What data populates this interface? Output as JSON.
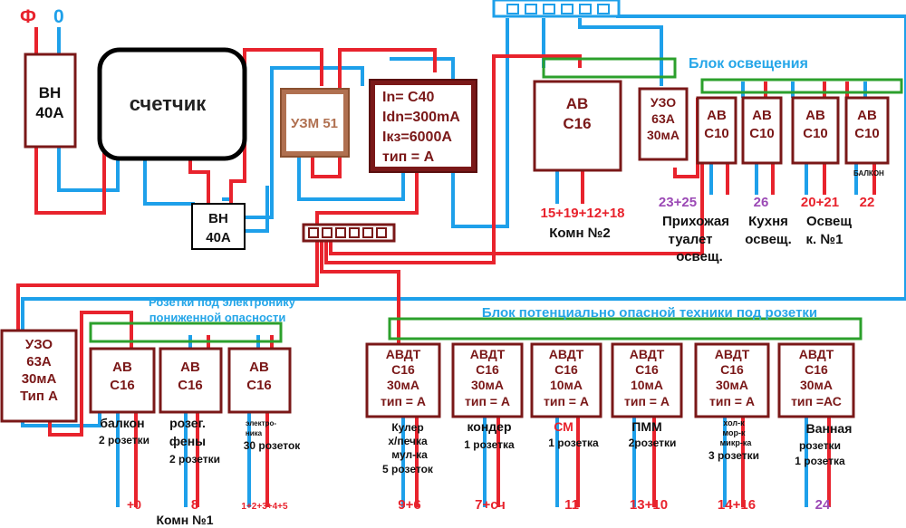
{
  "phase_label": "Ф",
  "neutral_label": "0",
  "main_switch": [
    "ВН",
    "40А"
  ],
  "meter": "счетчик",
  "vn_after_meter": [
    "ВН",
    "40А"
  ],
  "uzm": "УЗМ 51",
  "main_rcd": [
    "In= C40",
    "Idn=300mA",
    "Iкз=6000А",
    "тип = А"
  ],
  "room2": {
    "breaker": [
      "АВ",
      "С16"
    ],
    "lines": "15+19+12+18",
    "name": "Комн №2"
  },
  "lighting": {
    "title": "Блок освещения",
    "rcd": [
      "УЗО",
      "63А",
      "30мА"
    ],
    "breakers": [
      {
        "lines": [
          "АВ",
          "С10"
        ],
        "num": "23+25",
        "desc": [
          "Прихожая",
          "туалет",
          "освещ."
        ]
      },
      {
        "lines": [
          "АВ",
          "С10"
        ],
        "num": "26",
        "desc": [
          "Кухня",
          "освещ."
        ]
      },
      {
        "lines": [
          "АВ",
          "С10"
        ],
        "num": "20+21",
        "desc": [
          "Освещ",
          "к. №1"
        ]
      },
      {
        "lines": [
          "АВ",
          "С10"
        ],
        "num": "22",
        "sublabel": "БАЛКОН"
      }
    ]
  },
  "electronics": {
    "title": [
      "Розетки под электронику",
      "пониженной опасности"
    ],
    "rcd": [
      "УЗО",
      "63А",
      "30мА",
      "Тип А"
    ],
    "breakers": [
      {
        "lines": [
          "АВ",
          "С16"
        ],
        "name": "балкон",
        "sub": "2 розетки",
        "num": "+0"
      },
      {
        "lines": [
          "АВ",
          "С16"
        ],
        "name": [
          "розег.",
          "фены"
        ],
        "sub": "2 розетки",
        "num": "8"
      },
      {
        "lines": [
          "АВ",
          "С16"
        ],
        "name": [
          "электро-",
          "ника"
        ],
        "sub": "30 розеток",
        "num": "1+2+3+4+5"
      }
    ],
    "room": "Комн №1"
  },
  "hazard": {
    "title": "Блок потенциально опасной техники под розетки",
    "devices": [
      {
        "lines": [
          "АВДТ",
          "С16",
          "30мА",
          "тип = А"
        ],
        "desc": [
          "Кулер",
          "х/печка",
          "мул-ка",
          "5 розеток"
        ],
        "num": "9+6"
      },
      {
        "lines": [
          "АВДТ",
          "С16",
          "30мА",
          "тип = А"
        ],
        "desc": [
          "кондер",
          "1 розетка"
        ],
        "num": "7+сч"
      },
      {
        "lines": [
          "АВДТ",
          "С16",
          "10мА",
          "тип = А"
        ],
        "desc": [
          "СМ",
          "1 розетка"
        ],
        "num": "11"
      },
      {
        "lines": [
          "АВДТ",
          "С16",
          "10мА",
          "тип = А"
        ],
        "desc": [
          "ПММ",
          "2розетки"
        ],
        "num": "13+10"
      },
      {
        "lines": [
          "АВДТ",
          "С16",
          "30мА",
          "тип = А"
        ],
        "desc": [
          "хол-к",
          "мор-к",
          "микр-ка",
          "3 розетки"
        ],
        "num": "14+16"
      },
      {
        "lines": [
          "АВДТ",
          "С16",
          "30мА",
          "тип =АС"
        ],
        "desc": [
          "Ванная",
          "розетки",
          "1 розетка"
        ],
        "num": "24"
      }
    ]
  },
  "colors": {
    "phase": "#e8232d",
    "neutral": "#1ea0ea",
    "box": "#7a1818",
    "title": "#25a6e8",
    "purple": "#9b49b5",
    "bus": "#2ca02c",
    "uzm": "#b07050"
  }
}
